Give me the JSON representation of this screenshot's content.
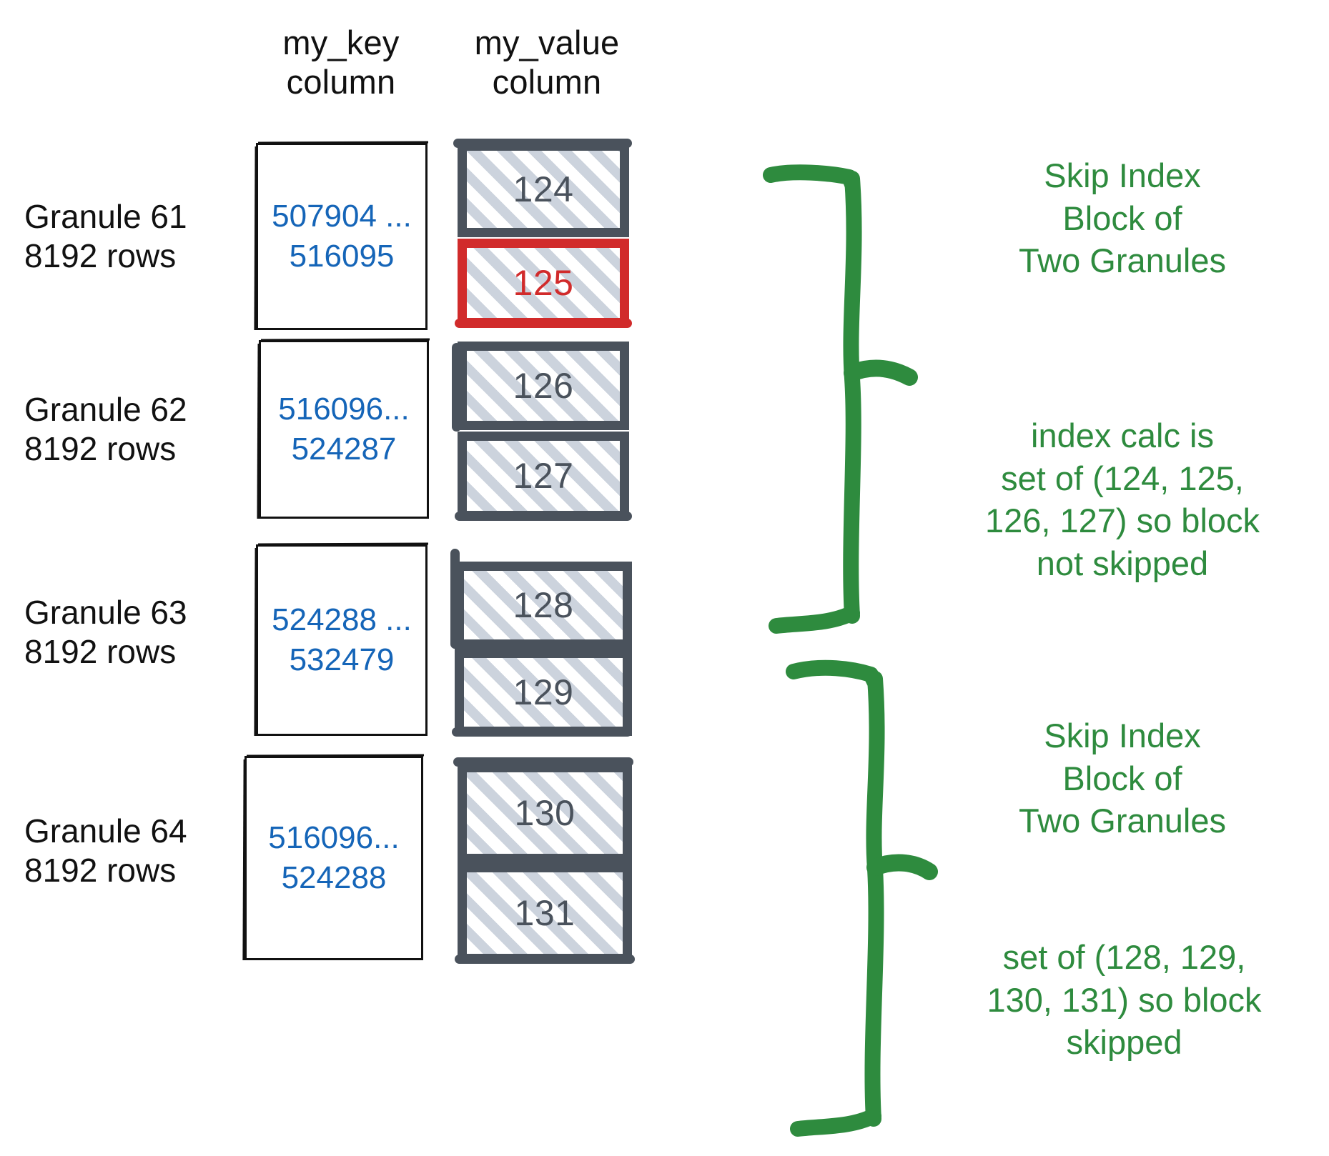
{
  "diagram": {
    "title": "ClickHouse skip index granule diagram",
    "colors": {
      "key_value": "#1565b8",
      "value_border": "#4a525c",
      "highlight": "#d12b2b",
      "annotation": "#2e8b3e",
      "hatch": "#ccd3dd"
    }
  },
  "columns": [
    {
      "name": "my_key",
      "line1": "my_key",
      "line2": "column"
    },
    {
      "name": "my_value",
      "line1": "my_value",
      "line2": "column"
    }
  ],
  "granules": [
    {
      "label_line1": "Granule 61",
      "label_line2": "8192 rows",
      "key_line1": "507904 ...",
      "key_line2": "516095",
      "values": [
        {
          "text": "124",
          "highlighted": false
        },
        {
          "text": "125",
          "highlighted": true
        }
      ]
    },
    {
      "label_line1": "Granule 62",
      "label_line2": "8192 rows",
      "key_line1": "516096...",
      "key_line2": "524287",
      "values": [
        {
          "text": "126",
          "highlighted": false
        },
        {
          "text": "127",
          "highlighted": false
        }
      ]
    },
    {
      "label_line1": "Granule 63",
      "label_line2": "8192 rows",
      "key_line1": "524288 ...",
      "key_line2": "532479",
      "values": [
        {
          "text": "128",
          "highlighted": false
        },
        {
          "text": "129",
          "highlighted": false
        }
      ]
    },
    {
      "label_line1": "Granule 64",
      "label_line2": "8192 rows",
      "key_line1": "516096...",
      "key_line2": "524288",
      "values": [
        {
          "text": "130",
          "highlighted": false
        },
        {
          "text": "131",
          "highlighted": false
        }
      ]
    }
  ],
  "annotations": [
    {
      "id": "block-1-title",
      "line1": "Skip Index",
      "line2": "Block of",
      "line3": "Two Granules"
    },
    {
      "id": "block-1-note",
      "line1": "index calc is",
      "line2": "set of (124, 125,",
      "line3": "126, 127) so block",
      "line4": "not skipped"
    },
    {
      "id": "block-2-title",
      "line1": "Skip Index",
      "line2": "Block of",
      "line3": "Two Granules"
    },
    {
      "id": "block-2-note",
      "line1": "set of (128, 129,",
      "line2": "130, 131) so block",
      "line3": "skipped"
    }
  ]
}
